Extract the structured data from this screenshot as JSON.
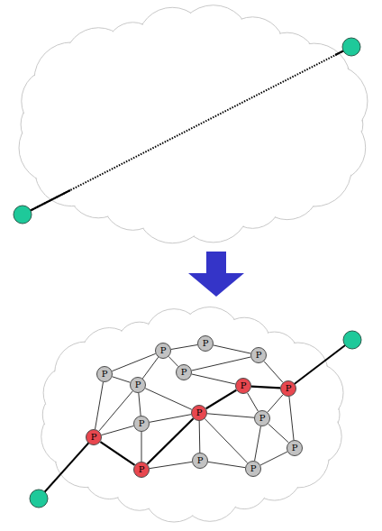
{
  "diagram": {
    "nodes": [
      {
        "text": [
          "P"
        ]
      },
      {
        "text": [
          "P"
        ]
      },
      {
        "text": [
          "P"
        ]
      },
      {
        "text": [
          "P"
        ]
      },
      {
        "text": [
          "P"
        ]
      },
      {
        "text": [
          "P"
        ]
      },
      {
        "text": [
          "P"
        ]
      },
      {
        "text": [
          "P"
        ]
      },
      {
        "text": [
          "P"
        ]
      },
      {
        "text": [
          "P"
        ]
      },
      {
        "text": [
          "P"
        ]
      },
      {
        "text": [
          "P"
        ]
      },
      {
        "text": [
          "P"
        ]
      },
      {
        "text": [
          "P"
        ]
      },
      {
        "text": [
          "P"
        ]
      },
      {
        "text": [
          "P"
        ]
      }
    ],
    "edges": [
      {
        "from": 1,
        "to": 0,
        "arrow": "none"
      },
      {
        "from": 0,
        "to": 2,
        "arrow": "none"
      },
      {
        "from": 1,
        "to": 4,
        "arrow": "none"
      },
      {
        "from": 1,
        "to": 3,
        "arrow": "none"
      },
      {
        "from": 3,
        "to": 2,
        "arrow": "none"
      },
      {
        "from": 1,
        "to": 5,
        "arrow": "none"
      },
      {
        "from": 4,
        "to": 5,
        "arrow": "none"
      },
      {
        "from": 4,
        "to": 11,
        "arrow": "none"
      },
      {
        "from": 5,
        "to": 11,
        "arrow": "none"
      },
      {
        "from": 5,
        "to": 8,
        "arrow": "none"
      },
      {
        "from": 5,
        "to": 10,
        "arrow": "none"
      },
      {
        "from": 11,
        "to": 10,
        "arrow": "none"
      },
      {
        "from": 11,
        "to": 15,
        "arrow": "none"
      },
      {
        "from": 10,
        "to": 15,
        "arrow": "none"
      },
      {
        "from": 15,
        "to": 8,
        "arrow": "none"
      },
      {
        "from": 8,
        "to": 6,
        "arrow": "none"
      },
      {
        "from": 6,
        "to": 7,
        "arrow": "none"
      },
      {
        "from": 8,
        "to": 10,
        "arrow": "none"
      },
      {
        "from": 8,
        "to": 13,
        "arrow": "none"
      },
      {
        "from": 15,
        "to": 13,
        "arrow": "none"
      },
      {
        "from": 13,
        "to": 14,
        "arrow": "none"
      },
      {
        "from": 14,
        "to": 9,
        "arrow": "none"
      },
      {
        "from": 9,
        "to": 8,
        "arrow": "none"
      },
      {
        "from": 9,
        "to": 6,
        "arrow": "none"
      },
      {
        "from": 9,
        "to": 12,
        "arrow": "none"
      },
      {
        "from": 7,
        "to": 12,
        "arrow": "none"
      },
      {
        "from": 12,
        "to": 14,
        "arrow": "none"
      },
      {
        "from": 7,
        "to": 9,
        "arrow": "none"
      },
      {
        "from": 2,
        "to": 7,
        "arrow": "none"
      },
      {
        "from": 3,
        "to": 6,
        "arrow": "none"
      },
      {
        "from": 8,
        "to": 14,
        "arrow": "none"
      }
    ]
  }
}
